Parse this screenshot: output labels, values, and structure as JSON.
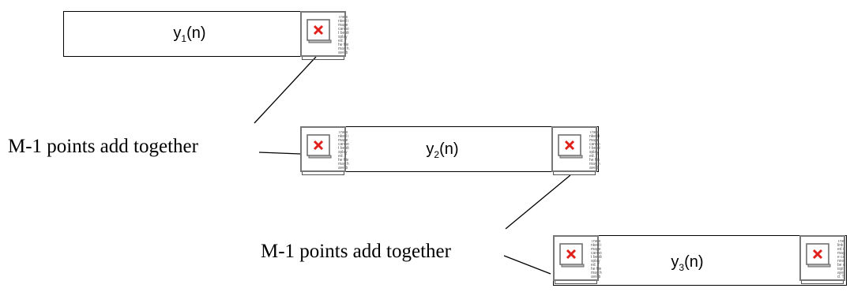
{
  "segments": [
    {
      "base": "y",
      "sub": "1",
      "suffix": "(n)"
    },
    {
      "base": "y",
      "sub": "2",
      "suffix": "(n)"
    },
    {
      "base": "y",
      "sub": "3",
      "suffix": "(n)"
    }
  ],
  "overlap_labels": [
    "M-1 points add together",
    "M-1 points add together"
  ],
  "broken_image_text": "The linked image cannot be displayed. The file may have been moved, renamed, or deleted. Verify that the link points to the correct file and location.",
  "broken_image_icon": "broken-image-icon",
  "colors": {
    "stroke": "#000000",
    "icon_x": "#e0201b",
    "frame": "#777777"
  }
}
